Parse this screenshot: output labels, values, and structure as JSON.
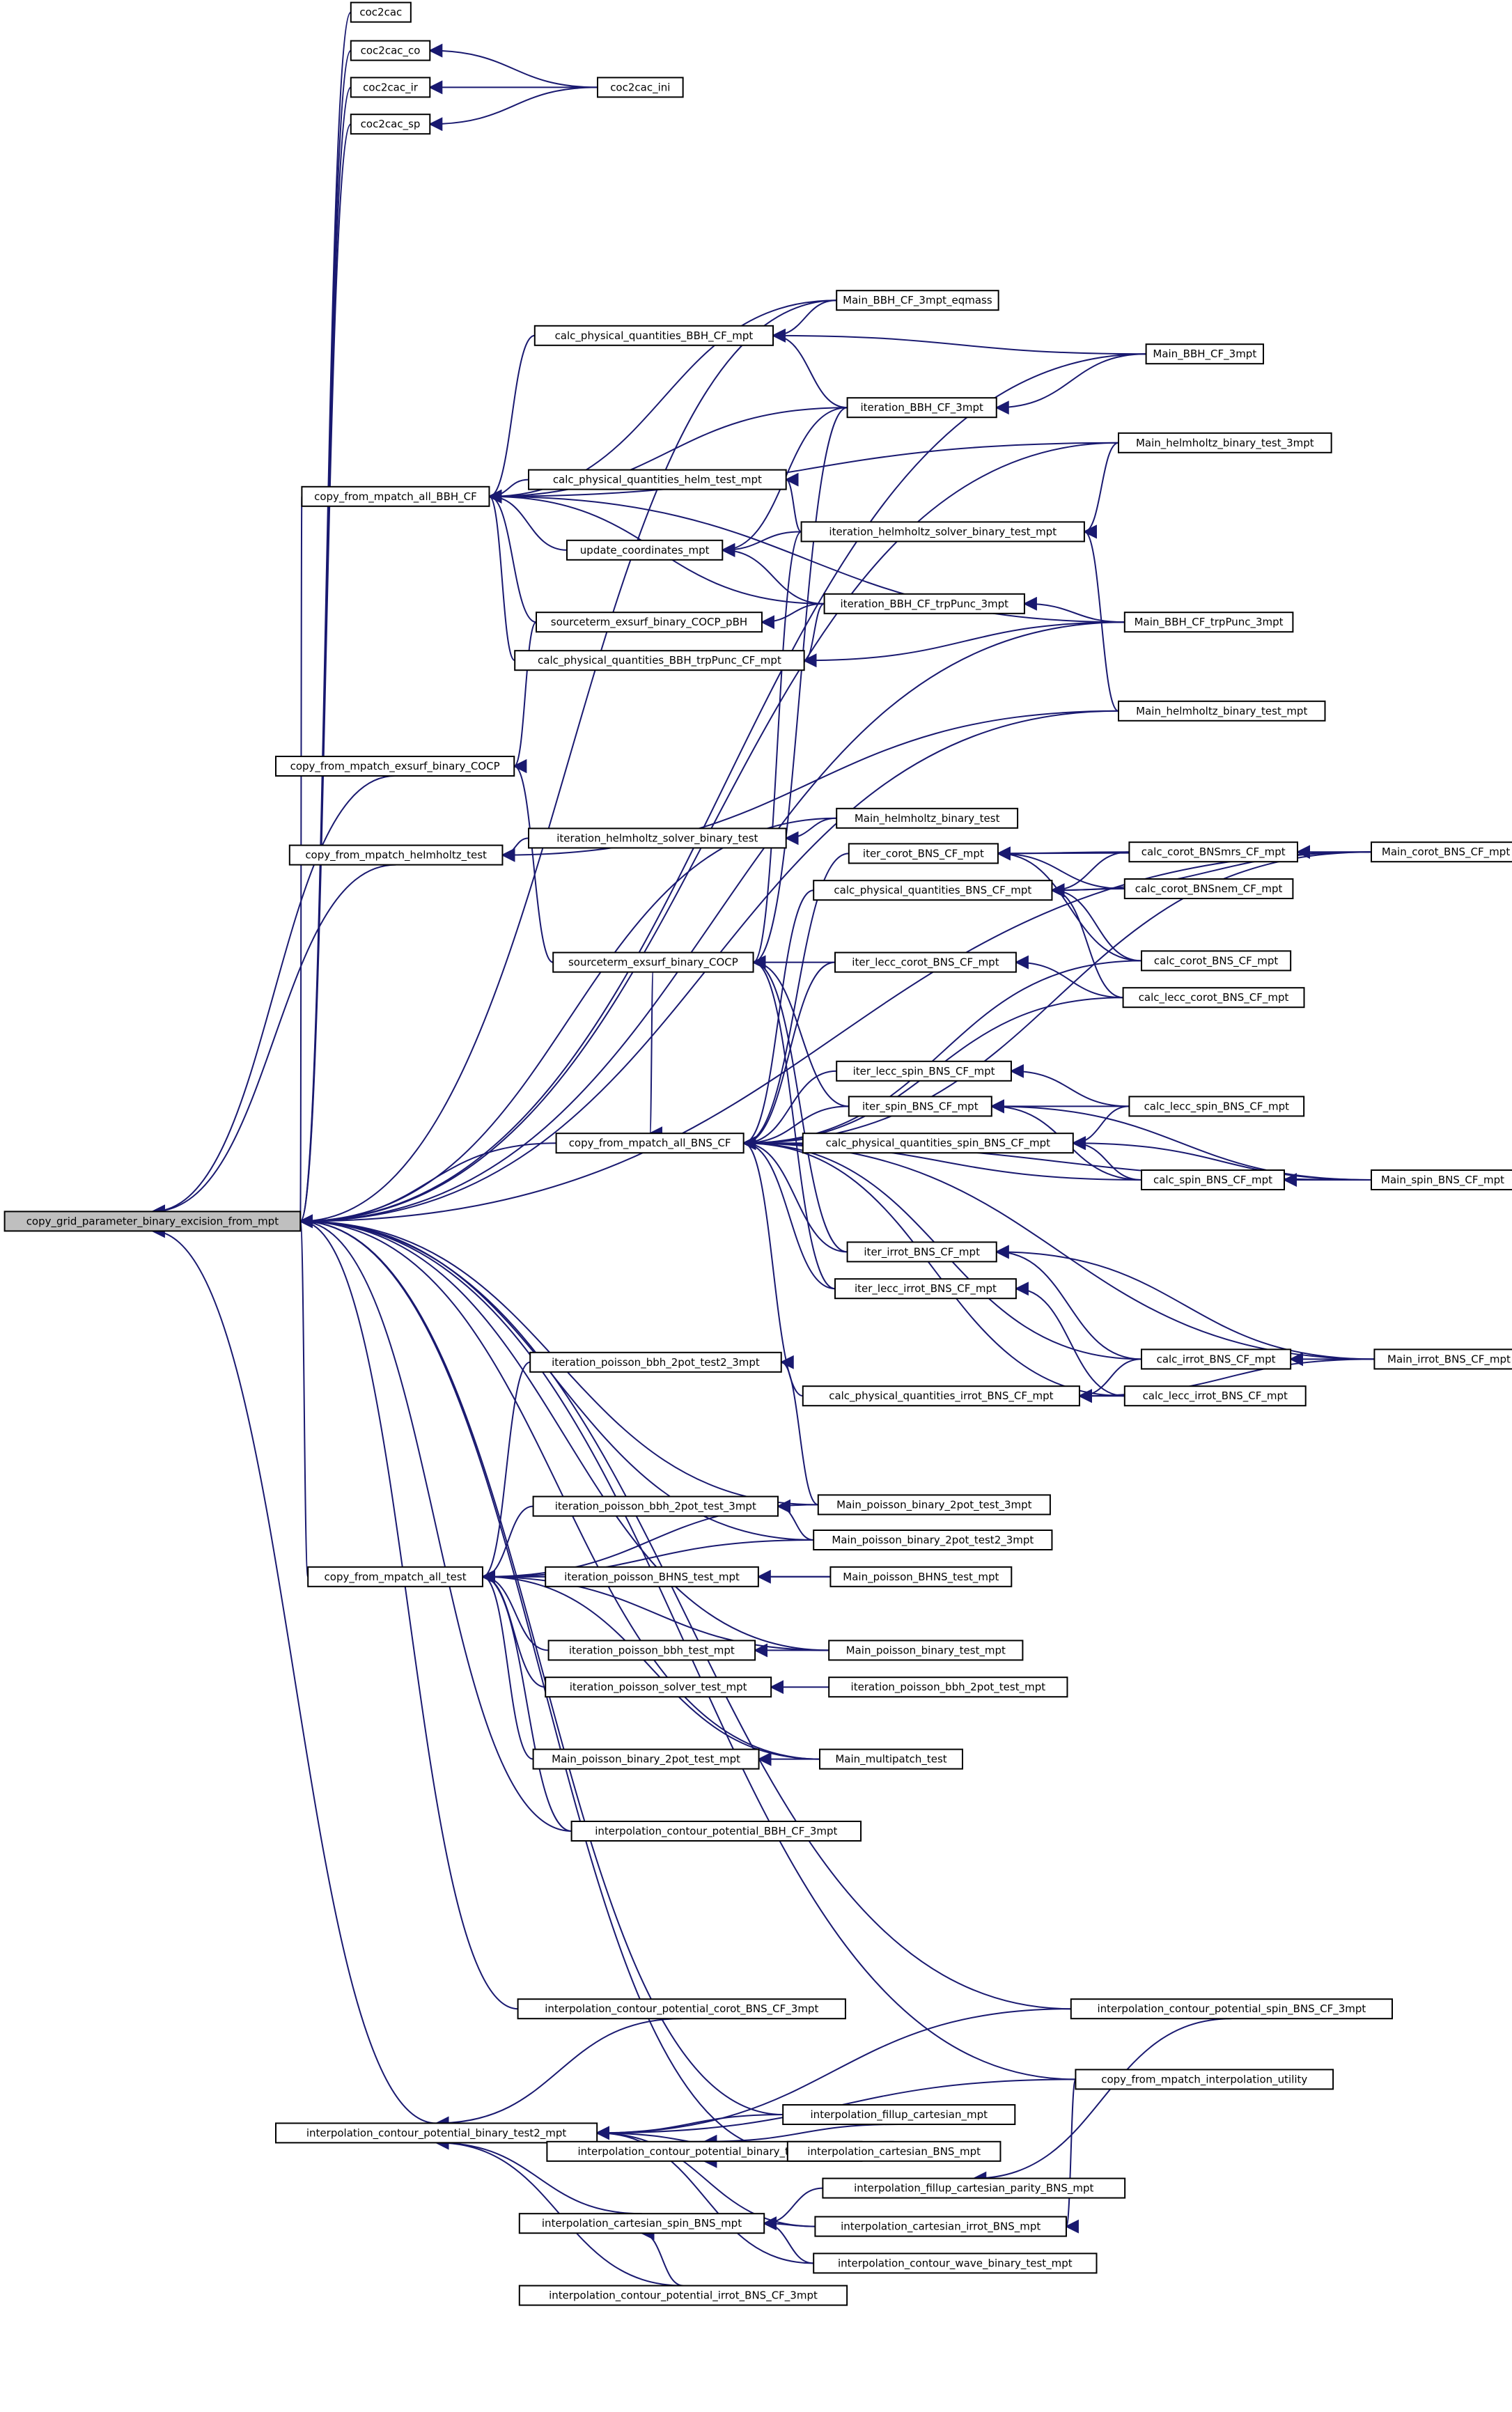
{
  "colors": {
    "edge": "#191970",
    "node_fill": "#ffffff",
    "root_fill": "#bfbfbf",
    "node_border": "#000000"
  },
  "root": "copy_grid_parameter_binary_excision_from_mpt",
  "nodes": [
    "copy_grid_parameter_binary_excision_from_mpt",
    "coc2cac",
    "coc2cac_co",
    "coc2cac_ir",
    "coc2cac_sp",
    "coc2cac_ini",
    "copy_from_mpatch_all_BBH_CF",
    "calc_physical_quantities_BBH_CF_mpt",
    "Main_BBH_CF_3mpt_eqmass",
    "Main_BBH_CF_3mpt",
    "iteration_BBH_CF_3mpt",
    "Main_helmholtz_binary_test_3mpt",
    "calc_physical_quantities_helm_test_mpt",
    "update_coordinates_mpt",
    "iteration_helmholtz_solver_binary_test_mpt",
    "sourceterm_exsurf_binary_COCP_pBH",
    "iteration_BBH_CF_trpPunc_3mpt",
    "Main_BBH_CF_trpPunc_3mpt",
    "calc_physical_quantities_BBH_trpPunc_CF_mpt",
    "Main_helmholtz_binary_test_mpt",
    "copy_from_mpatch_exsurf_binary_COCP",
    "Main_helmholtz_binary_test",
    "copy_from_mpatch_helmholtz_test",
    "iteration_helmholtz_solver_binary_test",
    "iter_corot_BNS_CF_mpt",
    "calc_corot_BNSmrs_CF_mpt",
    "Main_corot_BNS_CF_mpt",
    "calc_physical_quantities_BNS_CF_mpt",
    "calc_corot_BNSnem_CF_mpt",
    "sourceterm_exsurf_binary_COCP",
    "iter_lecc_corot_BNS_CF_mpt",
    "calc_corot_BNS_CF_mpt",
    "calc_lecc_corot_BNS_CF_mpt",
    "iter_lecc_spin_BNS_CF_mpt",
    "iter_spin_BNS_CF_mpt",
    "calc_lecc_spin_BNS_CF_mpt",
    "copy_from_mpatch_all_BNS_CF",
    "calc_physical_quantities_spin_BNS_CF_mpt",
    "calc_spin_BNS_CF_mpt",
    "Main_spin_BNS_CF_mpt",
    "iter_irrot_BNS_CF_mpt",
    "iter_lecc_irrot_BNS_CF_mpt",
    "calc_irrot_BNS_CF_mpt",
    "Main_irrot_BNS_CF_mpt",
    "iteration_poisson_bbh_2pot_test2_3mpt",
    "calc_physical_quantities_irrot_BNS_CF_mpt",
    "calc_lecc_irrot_BNS_CF_mpt",
    "Main_poisson_binary_2pot_test_3mpt",
    "iteration_poisson_bbh_2pot_test_3mpt",
    "Main_poisson_binary_2pot_test2_3mpt",
    "copy_from_mpatch_all_test",
    "iteration_poisson_BHNS_test_mpt",
    "Main_poisson_BHNS_test_mpt",
    "iteration_poisson_bbh_test_mpt",
    "Main_poisson_binary_test_mpt",
    "iteration_poisson_solver_test_mpt",
    "iteration_poisson_bbh_2pot_test_mpt",
    "Main_poisson_binary_2pot_test_mpt",
    "Main_multipatch_test",
    "interpolation_contour_potential_BBH_CF_3mpt",
    "interpolation_contour_potential_corot_BNS_CF_3mpt",
    "interpolation_contour_potential_spin_BNS_CF_3mpt",
    "copy_from_mpatch_interpolation_utility",
    "interpolation_contour_potential_binary_test2_mpt",
    "interpolation_fillup_cartesian_mpt",
    "interpolation_contour_potential_binary_test_mpt",
    "interpolation_cartesian_BNS_mpt",
    "interpolation_fillup_cartesian_parity_BNS_mpt",
    "interpolation_cartesian_spin_BNS_mpt",
    "interpolation_cartesian_irrot_BNS_mpt",
    "interpolation_contour_wave_binary_test_mpt",
    "interpolation_contour_potential_irrot_BNS_CF_3mpt"
  ]
}
